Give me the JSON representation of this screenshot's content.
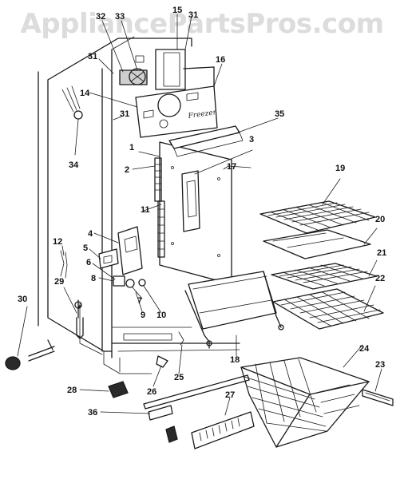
{
  "watermark": "AppliancePartsPros.com",
  "panel_script": "Freezer",
  "callouts": [
    "32",
    "33",
    "15",
    "31",
    "31",
    "16",
    "14",
    "31",
    "34",
    "35",
    "1",
    "3",
    "2",
    "17",
    "19",
    "11",
    "20",
    "4",
    "12",
    "5",
    "21",
    "6",
    "22",
    "8",
    "29",
    "7",
    "30",
    "9",
    "10",
    "18",
    "24",
    "23",
    "25",
    "26",
    "28",
    "27",
    "36"
  ]
}
